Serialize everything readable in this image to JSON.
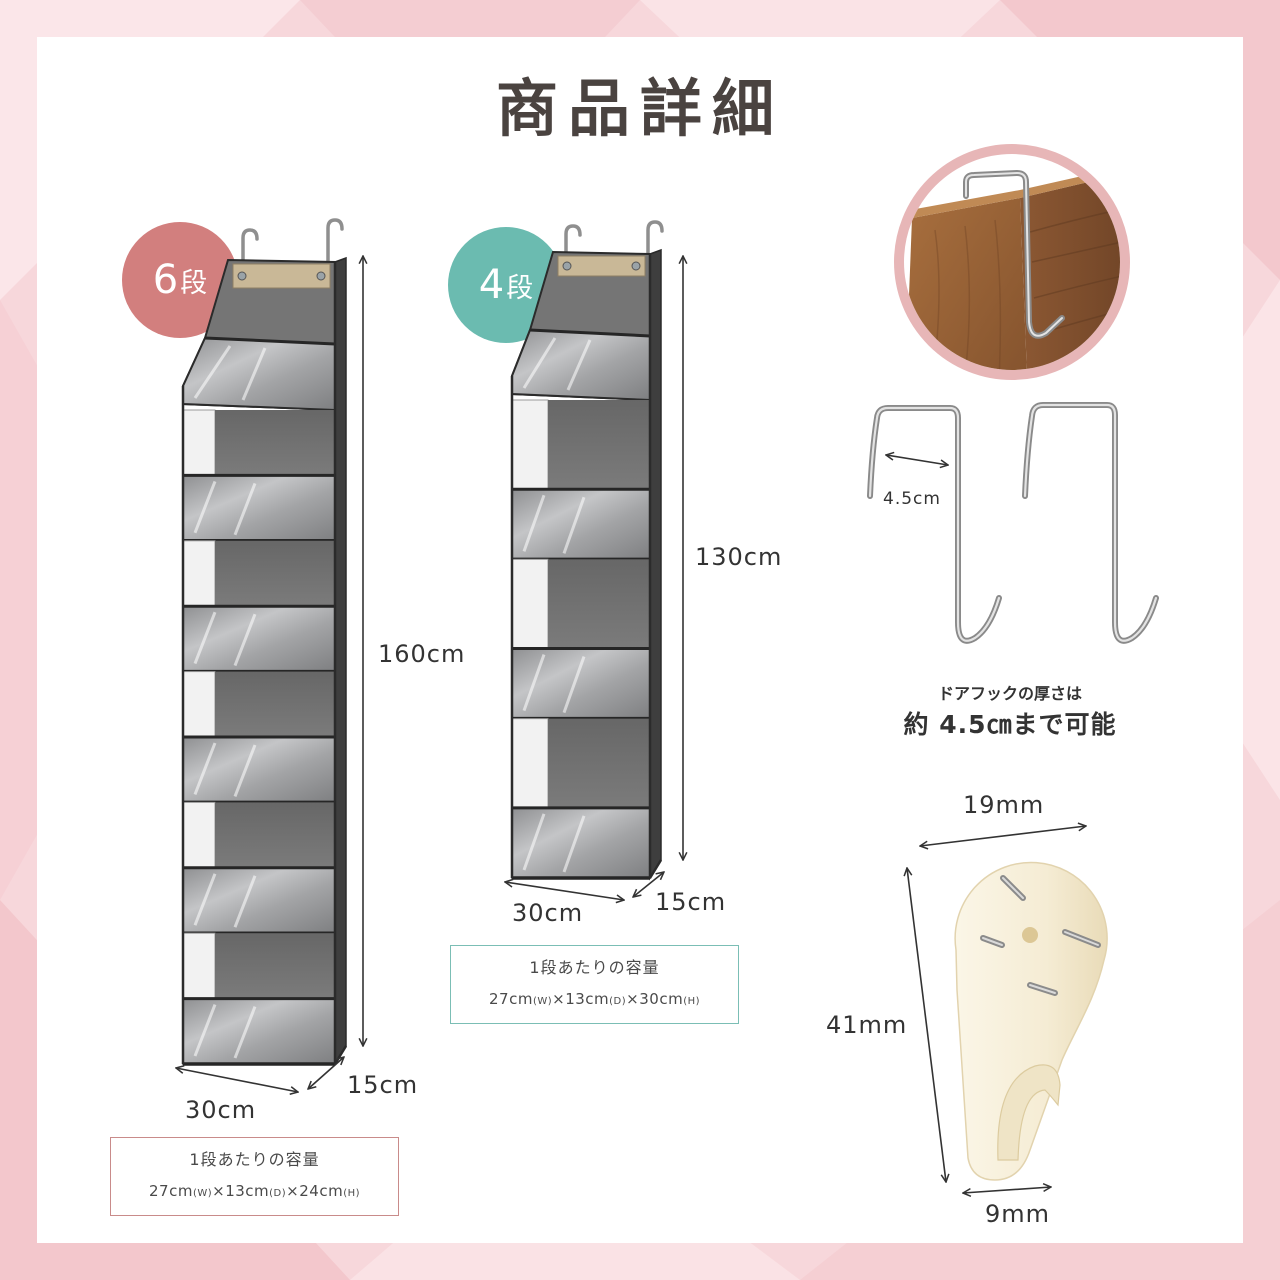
{
  "title": "商品詳細",
  "colors": {
    "page_bg": "#f7d7db",
    "title_text": "#4a4340",
    "badge_pink": "#d27f7e",
    "badge_teal": "#6bbbb0",
    "box_border_pink": "#c98b8a",
    "box_border_teal": "#7bbeb5",
    "photo_ring": "#e7b6b7"
  },
  "products": [
    {
      "badge": {
        "num": "6",
        "unit": "段"
      },
      "tiers": 6,
      "height": "160cm",
      "width": "30cm",
      "depth": "15cm",
      "capacity": {
        "label": "1段あたりの容量",
        "parts": [
          "27cm",
          "(W)",
          "×13cm",
          "(D)",
          "×24cm",
          "(H)"
        ]
      }
    },
    {
      "badge": {
        "num": "4",
        "unit": "段"
      },
      "tiers": 4,
      "height": "130cm",
      "width": "30cm",
      "depth": "15cm",
      "capacity": {
        "label": "1段あたりの容量",
        "parts": [
          "27cm",
          "(W)",
          "×13cm",
          "(D)",
          "×30cm",
          "(H)"
        ]
      }
    }
  ],
  "door_hook": {
    "gap_label": "4.5cm",
    "note": "ドアフックの厚さは",
    "limit": "約 4.5㎝まで可能"
  },
  "wall_hook": {
    "top_width": "19mm",
    "height": "41mm",
    "bottom_width": "9mm"
  }
}
